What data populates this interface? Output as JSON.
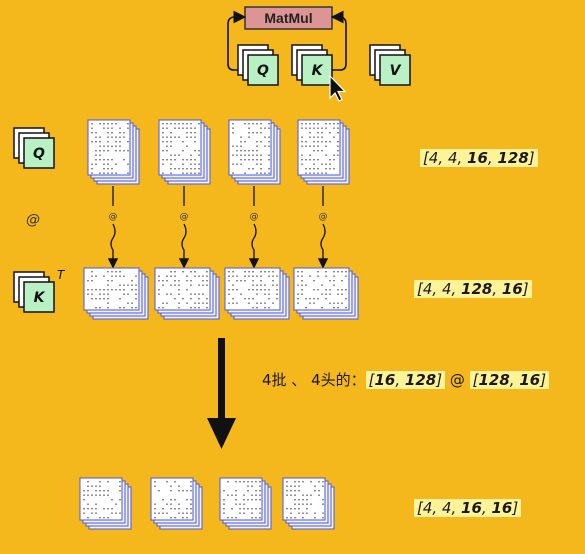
{
  "matmul_label": "MatMul",
  "top_row": {
    "q": "Q",
    "k": "K",
    "v": "V"
  },
  "left_q": "Q",
  "left_k": "K",
  "at_symbol": "@",
  "transpose_mark": "T",
  "stack_connector_glyph": "@",
  "shapes": {
    "q_shape": {
      "a": "4",
      "b": "4",
      "c": "16",
      "d": "128"
    },
    "k_shape": {
      "a": "4",
      "b": "4",
      "c": "128",
      "d": "16"
    },
    "out_shape": {
      "a": "4",
      "b": "4",
      "c": "16",
      "d": "16"
    }
  },
  "caption": {
    "prefix": "4批 、 4头的：",
    "left_dims": {
      "a": "16",
      "b": "128"
    },
    "op": " @ ",
    "right_dims": {
      "a": "128",
      "b": "16"
    }
  },
  "colors": {
    "background": "#F4B71C",
    "qkv_block": "#B9F0C4",
    "matmul_box": "#DC9594",
    "stack_edge": "#5A63D8",
    "highlight": "#FFF39A"
  },
  "icons": [
    "mouse-cursor-icon"
  ]
}
